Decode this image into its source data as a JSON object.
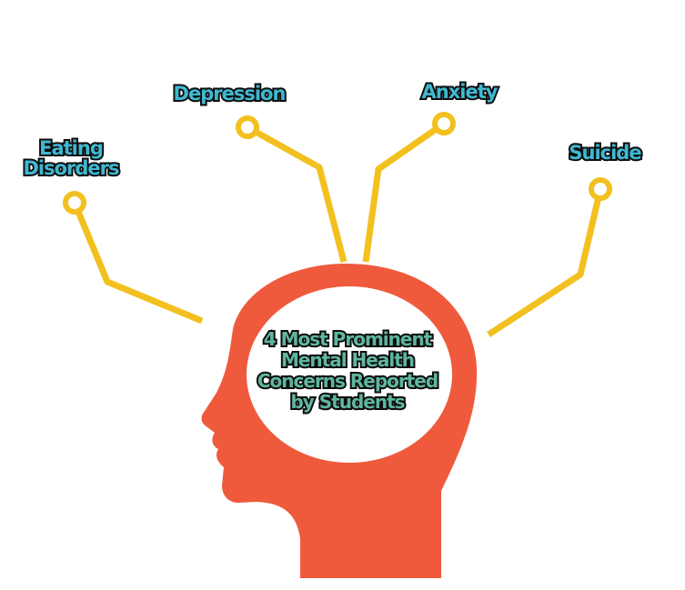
{
  "colors": {
    "head": "#ef5a3c",
    "brain_area": "#ffffff",
    "connector": "#f2c01f",
    "concern_text": "#3fb8d1",
    "center_text": "#5fb5a0",
    "text_outline": "#0d0d0d"
  },
  "center": {
    "title": "4 Most Prominent Mental Health Concerns Reported by Students"
  },
  "concerns": [
    {
      "label": "Eating\nDisorders"
    },
    {
      "label": "Depression"
    },
    {
      "label": "Anxiety"
    },
    {
      "label": "Suicide"
    }
  ]
}
